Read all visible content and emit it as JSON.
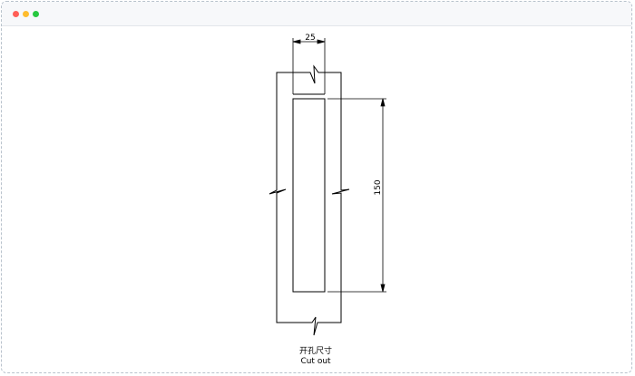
{
  "window": {
    "controls": [
      {
        "name": "close",
        "color": "#ff5f57"
      },
      {
        "name": "minimize",
        "color": "#febc2e"
      },
      {
        "name": "zoom",
        "color": "#28c840"
      }
    ]
  },
  "drawing": {
    "dimension_width": "25",
    "dimension_height": "150",
    "caption_cn": "开孔尺寸",
    "caption_en": "Cut out"
  }
}
